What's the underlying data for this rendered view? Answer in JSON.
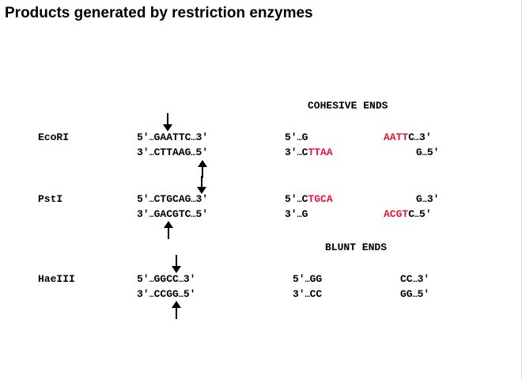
{
  "title": "Products generated by restriction enzymes",
  "cohesive_header": "COHESIVE ENDS",
  "blunt_header": "BLUNT ENDS",
  "enzymes": [
    {
      "name": "EcoRI",
      "site": {
        "top": {
          "p5": "5′",
          "dots": "…",
          "seq": "GAATTC",
          "dots2": "…",
          "p3": "3′"
        },
        "bottom": {
          "p3": "3′",
          "dots": "…",
          "seq": "CTTAAG",
          "dots2": "…",
          "p5": "5′"
        }
      },
      "left_top": {
        "prefix": "5′",
        "dots": "…",
        "black": "G",
        "red": ""
      },
      "right_top": {
        "red": "AATT",
        "black": "C",
        "dots": "…",
        "suffix": "3′"
      },
      "left_bottom": {
        "prefix": "3′",
        "dots": "…",
        "black": "C",
        "red": "TTAA"
      },
      "right_bottom": {
        "red": "",
        "black": "G",
        "dots": "…",
        "suffix": "5′"
      }
    },
    {
      "name": "PstI",
      "site": {
        "top": {
          "p5": "5′",
          "dots": "…",
          "seq": "CTGCAG",
          "dots2": "…",
          "p3": "3′"
        },
        "bottom": {
          "p3": "3′",
          "dots": "…",
          "seq": "GACGTC",
          "dots2": "…",
          "p5": "5′"
        }
      },
      "left_top": {
        "prefix": "5′",
        "dots": "…",
        "black": "C",
        "red": "TGCA"
      },
      "right_top": {
        "red": "",
        "black": "G",
        "dots": "…",
        "suffix": "3′"
      },
      "left_bottom": {
        "prefix": "3′",
        "dots": "…",
        "black": "G",
        "red": ""
      },
      "right_bottom": {
        "red": "ACGT",
        "black": "C",
        "dots": "…",
        "suffix": "5′"
      }
    },
    {
      "name": "HaeIII",
      "site": {
        "top": {
          "p5": "5′",
          "dots": "…",
          "seq": "GGCC",
          "dots2": "…",
          "p3": "3′"
        },
        "bottom": {
          "p3": "3′",
          "dots": "…",
          "seq": "CCGG",
          "dots2": "…",
          "p5": "5′"
        }
      },
      "left_top": {
        "prefix": "5′",
        "dots": "…",
        "black": "GG",
        "red": ""
      },
      "right_top": {
        "red": "",
        "black": "CC",
        "dots": "…",
        "suffix": "3′"
      },
      "left_bottom": {
        "prefix": "3′",
        "dots": "…",
        "black": "CC",
        "red": ""
      },
      "right_bottom": {
        "red": "",
        "black": "GG",
        "dots": "…",
        "suffix": "5′"
      }
    }
  ],
  "colors": {
    "sticky_end": "#e8163a",
    "text": "#000000",
    "background": "#ffffff"
  }
}
